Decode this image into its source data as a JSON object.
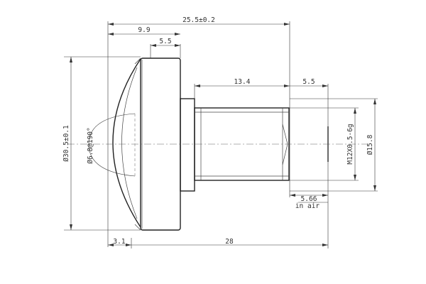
{
  "dimensions": {
    "overall_length": "25.5±0.2",
    "front_length": "9.9",
    "flange_width": "5.5",
    "thread_length": "13.4",
    "rear_offset": "5.5",
    "back_focal": "5.66",
    "back_focal_note": "in air",
    "lens_sag": "3.1",
    "total_length": "28",
    "outer_diameter": "Ø30.5±0.1",
    "field_of_view": "Ø6.8@190°",
    "thread_spec": "M12X0.5-6g",
    "rear_diameter": "Ø15.8"
  }
}
